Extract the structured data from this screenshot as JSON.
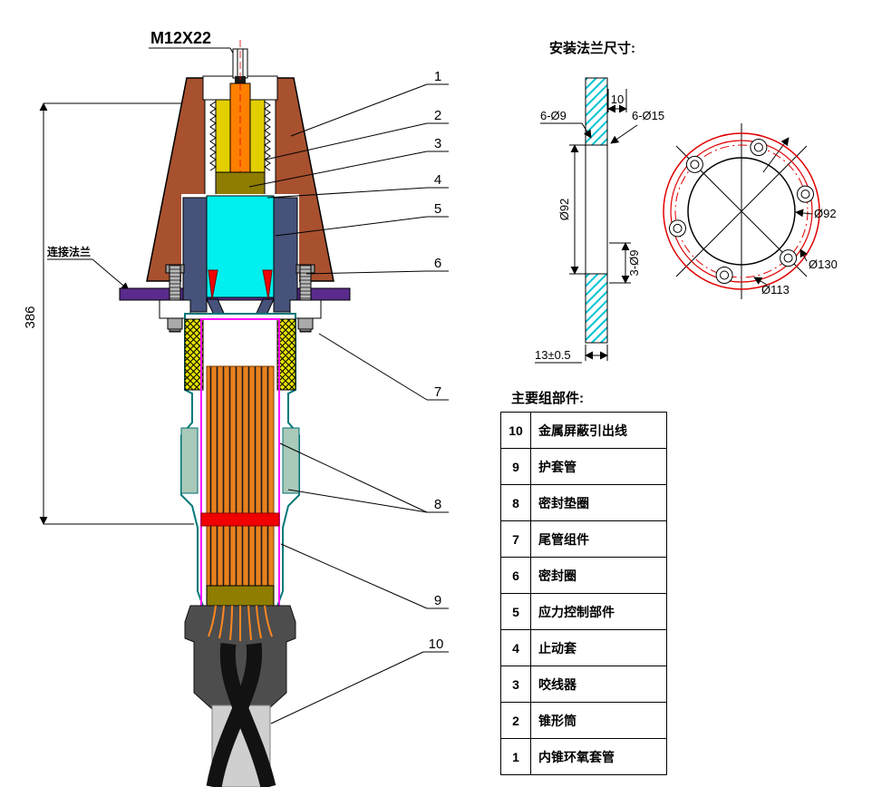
{
  "main_drawing": {
    "bolt_spec": "M12X22",
    "overall_height": "386",
    "flange_label": "连接法兰",
    "callouts": [
      "1",
      "2",
      "3",
      "4",
      "5",
      "6",
      "7",
      "8",
      "9",
      "10"
    ]
  },
  "flange_view": {
    "title": "安装法兰尺寸:",
    "dim_6_d9": "6-Ø9",
    "dim_10": "10",
    "dim_6_d15": "6-Ø15",
    "dim_d92_side": "Ø92",
    "dim_3_d9": "3-Ø9",
    "dim_thickness": "13±0.5",
    "dim_d92": "Ø92",
    "dim_d130": "Ø130",
    "dim_d113": "Ø113"
  },
  "parts_table": {
    "title": "主要组部件:",
    "rows": [
      {
        "num": "10",
        "name": "金属屏蔽引出线"
      },
      {
        "num": "9",
        "name": "护套管"
      },
      {
        "num": "8",
        "name": "密封垫圈"
      },
      {
        "num": "7",
        "name": "尾管组件"
      },
      {
        "num": "6",
        "name": "密封圈"
      },
      {
        "num": "5",
        "name": "应力控制部件"
      },
      {
        "num": "4",
        "name": "止动套"
      },
      {
        "num": "3",
        "name": "咬线器"
      },
      {
        "num": "2",
        "name": "锥形筒"
      },
      {
        "num": "1",
        "name": "内锥环氧套管"
      }
    ]
  }
}
